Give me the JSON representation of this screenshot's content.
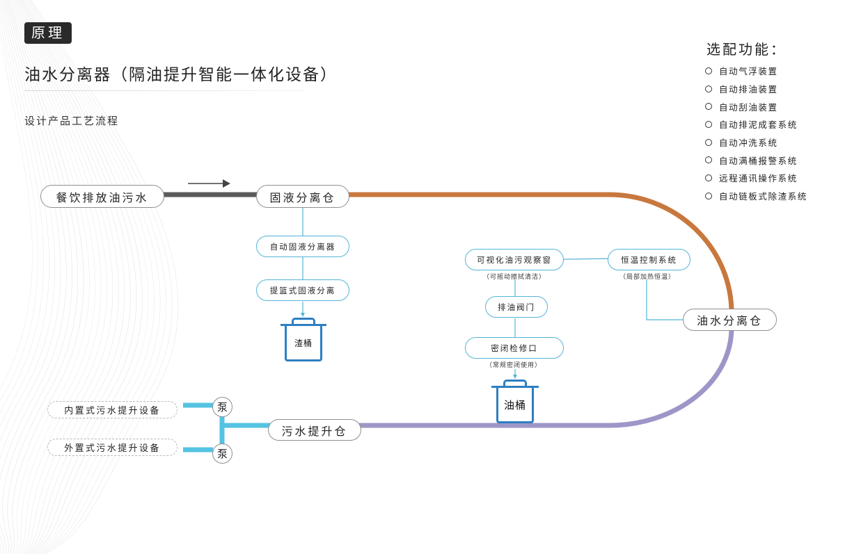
{
  "header": {
    "badge": "原理",
    "title": "油水分离器（隔油提升智能一体化设备）",
    "subtitle": "设计产品工艺流程"
  },
  "options": {
    "title": "选配功能：",
    "items": [
      "自动气浮装置",
      "自动排油装置",
      "自动刮油装置",
      "自动排泥成套系统",
      "自动冲洗系统",
      "自动满桶报警系统",
      "远程通讯操作系统",
      "自动链板式除渣系统"
    ]
  },
  "flow": {
    "inlet": "餐饮排放油污水",
    "solid_liquid_tank": "固液分离仓",
    "auto_separator": "自动固液分离器",
    "basket_separator": "提篮式固液分离",
    "residue_bucket": "渣桶",
    "oil_water_tank": "油水分离仓",
    "observation_window": "可视化油污观察窗",
    "observation_note": "（可摇动擦拭清洁）",
    "temp_control": "恒温控制系统",
    "temp_note": "（局部加热恒温）",
    "oil_valve": "排油阀门",
    "inspection_port": "密闭检修口",
    "inspection_note": "（常规密闭使用）",
    "oil_bucket": "油桶",
    "lift_tank": "污水提升仓",
    "pump_label": "泵",
    "internal_lift": "内置式污水提升设备",
    "external_lift": "外置式污水提升设备"
  },
  "colors": {
    "inlet_pipe": "#5a5a5a",
    "oil_pipe": "#c8783e",
    "water_pipe": "#9e96c8",
    "lift_pipe": "#55c3e2",
    "thin_line": "#52b4d8",
    "bucket": "#2d7fc1"
  }
}
